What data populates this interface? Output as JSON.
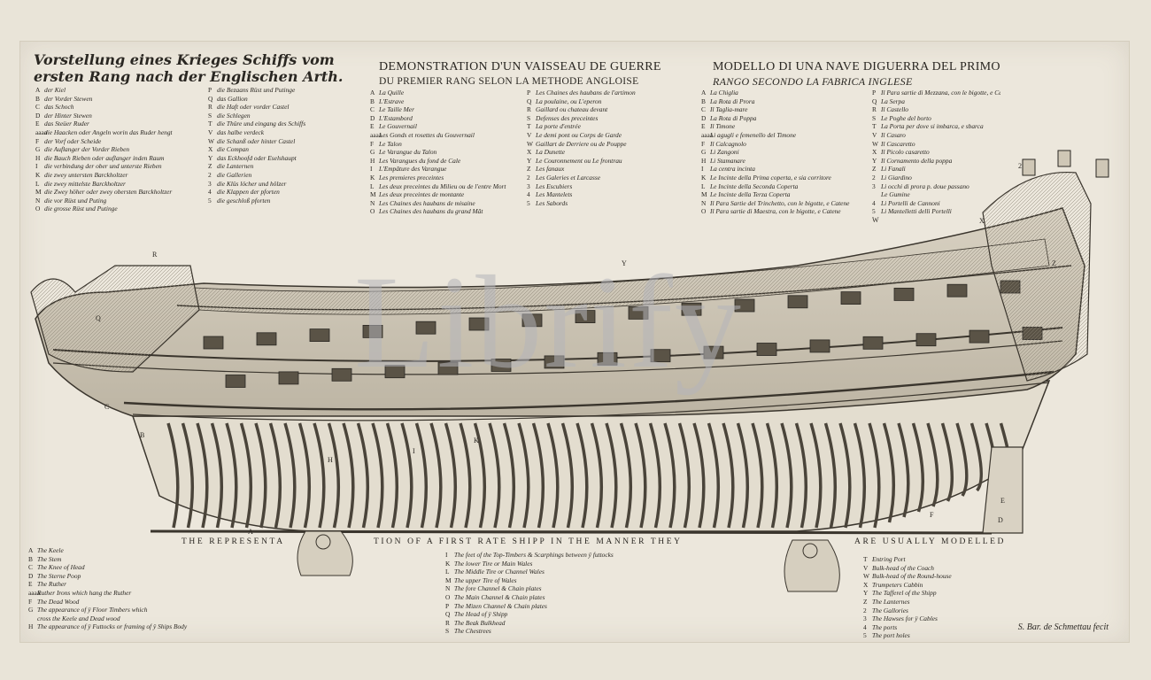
{
  "titles": {
    "german": "Vorstellung eines Krieges Schiffs vom ersten Rang nach der Englischen Arth.",
    "french_1": "DEMONSTRATION D'UN VAISSEAU DE GUERRE",
    "french_2": "DU PREMIER RANG SELON LA METHODE ANGLOISE",
    "italian_1": "MODELLO DI UNA NAVE DIGUERRA DEL PRIMO",
    "italian_2": "RANGO SECONDO LA FABRICA INGLESE"
  },
  "legend_german_a": [
    {
      "k": "A",
      "t": "der Kiel"
    },
    {
      "k": "B",
      "t": "der Vorder Stewen"
    },
    {
      "k": "C",
      "t": "das Schoch"
    },
    {
      "k": "D",
      "t": "der Hinter Stewen"
    },
    {
      "k": "E",
      "t": "das Steüer Ruder"
    },
    {
      "k": "aaaa",
      "t": "die Haacken oder Angeln worin das Ruder hengt"
    },
    {
      "k": "F",
      "t": "der Vorf oder Scheide"
    },
    {
      "k": "G",
      "t": "die Auflanger der Vorder Rieben"
    },
    {
      "k": "H",
      "t": "die Bauch Rieben oder auflanger inden Raum"
    },
    {
      "k": "I",
      "t": "die verbindung der ober und unterste Rieben"
    },
    {
      "k": "K",
      "t": "die zwey untersten Barckholtzer"
    },
    {
      "k": "L",
      "t": "die zwey mittelste Barckholtzer"
    },
    {
      "k": "M",
      "t": "die Zwey höher oder zwey obersten Barckholtzer"
    },
    {
      "k": "N",
      "t": "die vor Rüst und Puting"
    },
    {
      "k": "O",
      "t": "die grosse Rüst und Putinge"
    }
  ],
  "legend_german_b": [
    {
      "k": "P",
      "t": "die Bezaans Rüst und Putinge"
    },
    {
      "k": "Q",
      "t": "das Gallion"
    },
    {
      "k": "R",
      "t": "die Haft oder vorder Castel"
    },
    {
      "k": "S",
      "t": "die Schlegen"
    },
    {
      "k": "T",
      "t": "die Thüre und eingang des Schiffs"
    },
    {
      "k": "V",
      "t": "das halbe verdeck"
    },
    {
      "k": "W",
      "t": "die Schanß oder hinter Castel"
    },
    {
      "k": "X",
      "t": "die Compan"
    },
    {
      "k": "Y",
      "t": "das Eckhoofd oder Eselshaupt"
    },
    {
      "k": "Z",
      "t": "die Lanternen"
    },
    {
      "k": "2",
      "t": "die Gallerien"
    },
    {
      "k": "3",
      "t": "die Klüs löcher und hölzer"
    },
    {
      "k": "4",
      "t": "die Klappen der pforten"
    },
    {
      "k": "5",
      "t": "die geschloß pforten"
    }
  ],
  "legend_french_a": [
    {
      "k": "A",
      "t": "La Quille"
    },
    {
      "k": "B",
      "t": "L'Estrave"
    },
    {
      "k": "C",
      "t": "Le Taille Mer"
    },
    {
      "k": "D",
      "t": "L'Estambord"
    },
    {
      "k": "E",
      "t": "Le Gouvernail"
    },
    {
      "k": "aaaa",
      "t": "Les Gonds et rosettes du Gouvernail"
    },
    {
      "k": "F",
      "t": "Le Talon"
    },
    {
      "k": "G",
      "t": "Le Varangue du Talon"
    },
    {
      "k": "H",
      "t": "Les Varangues du fond de Cale"
    },
    {
      "k": "I",
      "t": "L'Empâture des Varangue"
    },
    {
      "k": "K",
      "t": "Les premieres preceintes"
    },
    {
      "k": "L",
      "t": "Les deux preceintes du Milieu ou de l'entre Mort"
    },
    {
      "k": "M",
      "t": "Les deux preceintes de montante"
    },
    {
      "k": "N",
      "t": "Les Chaines des haubans de misaine"
    },
    {
      "k": "O",
      "t": "Les Chaines des haubans du grand Mât"
    }
  ],
  "legend_french_b": [
    {
      "k": "P",
      "t": "Les Chaines des haubans de l'artimon"
    },
    {
      "k": "Q",
      "t": "La poulaine, ou L'eperon"
    },
    {
      "k": "R",
      "t": "Gaillard ou chateau devant"
    },
    {
      "k": "S",
      "t": "Defenses des preceintes"
    },
    {
      "k": "T",
      "t": "La porte d'entrée"
    },
    {
      "k": "V",
      "t": "Le demi pont ou Corps de Garde"
    },
    {
      "k": "W",
      "t": "Gaillart de Derriere ou de Pouppe"
    },
    {
      "k": "X",
      "t": "La Dunette"
    },
    {
      "k": "Y",
      "t": "Le Couronnement ou Le frontrau"
    },
    {
      "k": "Z",
      "t": "Les fanaux"
    },
    {
      "k": "2",
      "t": "Les Galeries et Larcasse"
    },
    {
      "k": "3",
      "t": "Les Escubiers"
    },
    {
      "k": "4",
      "t": "Les Mantelets"
    },
    {
      "k": "5",
      "t": "Les Sabords"
    }
  ],
  "legend_italian_a": [
    {
      "k": "A",
      "t": "La Chiglia"
    },
    {
      "k": "B",
      "t": "La Rota di Prora"
    },
    {
      "k": "C",
      "t": "Il Taglia-mare"
    },
    {
      "k": "D",
      "t": "La Rota di Poppa"
    },
    {
      "k": "E",
      "t": "Il Timone"
    },
    {
      "k": "aaaa",
      "t": "Li agugli e femenello del Timone"
    },
    {
      "k": "F",
      "t": "Il Calcagnolo"
    },
    {
      "k": "G",
      "t": "Li Zangoni"
    },
    {
      "k": "H",
      "t": "Li Stamanare"
    },
    {
      "k": "I",
      "t": "La centra incinta"
    },
    {
      "k": "K",
      "t": "Le Incinte della Prima coperta, e sia corritore"
    },
    {
      "k": "L",
      "t": "Le Incinte della Seconda Coperta"
    },
    {
      "k": "M",
      "t": "Le Incinte della Terza Coperta"
    },
    {
      "k": "N",
      "t": "Il Para Sartie del Trinchetto, con le bigotte, e Catene"
    },
    {
      "k": "O",
      "t": "Il Para sartie di Maestra, con le bigotte, e Catene"
    }
  ],
  "legend_italian_b": [
    {
      "k": "P",
      "t": "Il Para sartie di Mezzana, con le bigotte, e Catene"
    },
    {
      "k": "Q",
      "t": "La Serpa"
    },
    {
      "k": "R",
      "t": "Il Castello"
    },
    {
      "k": "S",
      "t": "Le Poghe del borto"
    },
    {
      "k": "T",
      "t": "La Porta per dove si imbarca, e sbarca"
    },
    {
      "k": "V",
      "t": "Il Casaro"
    },
    {
      "k": "W",
      "t": "Il Cascaretto"
    },
    {
      "k": "X",
      "t": "Il Picolo casaretto"
    },
    {
      "k": "Y",
      "t": "Il Cornamento della poppa"
    },
    {
      "k": "Z",
      "t": "Li Fanali"
    },
    {
      "k": "2",
      "t": "Li Giardino"
    },
    {
      "k": "3",
      "t": "Li occhi di prora p. doue passano"
    },
    {
      "k": "",
      "t": "Le Gumine"
    },
    {
      "k": "4",
      "t": "Li Portelli de Cannoni"
    },
    {
      "k": "5",
      "t": "Li Mantelletti delli Portelli"
    }
  ],
  "subtitle": {
    "part1": "THE REPRESENTA",
    "part2": "TION OF A FIRST RATE SHIPP IN THE MANNER THEY",
    "part3": "ARE USUALLY MODELLED"
  },
  "legend_english_a": [
    {
      "k": "A",
      "t": "The Keele"
    },
    {
      "k": "B",
      "t": "The Stem"
    },
    {
      "k": "C",
      "t": "The Knee of Head"
    },
    {
      "k": "D",
      "t": "The Sterne Poop"
    },
    {
      "k": "E",
      "t": "The Ruther"
    },
    {
      "k": "aaaa",
      "t": "Ruther Irons which hang the Ruther"
    },
    {
      "k": "F",
      "t": "The Dead Wood"
    },
    {
      "k": "G",
      "t": "The appearance of ÿ Floor Timbers which"
    },
    {
      "k": "",
      "t": "cross the Keele and Dead wood"
    },
    {
      "k": "H",
      "t": "The appearance of ÿ Futtocks or framing of ÿ Ships Body"
    }
  ],
  "legend_english_b": [
    {
      "k": "I",
      "t": "The feet of the Top-Timbers & Scarphings between ÿ futtocks"
    },
    {
      "k": "K",
      "t": "The lower Tire or Main Wales"
    },
    {
      "k": "L",
      "t": "The Middle Tire or Channel Wales"
    },
    {
      "k": "M",
      "t": "The upper Tire of Wales"
    },
    {
      "k": "N",
      "t": "The fore Channel & Chain plates"
    },
    {
      "k": "O",
      "t": "The Main Channel & Chain plates"
    },
    {
      "k": "P",
      "t": "The Mizen Channel & Chain plates"
    },
    {
      "k": "Q",
      "t": "The Head of ÿ Shipp"
    },
    {
      "k": "R",
      "t": "The Beak Bulkhead"
    },
    {
      "k": "S",
      "t": "The Chestrees"
    }
  ],
  "legend_english_c": [
    {
      "k": "T",
      "t": "Entring Port"
    },
    {
      "k": "V",
      "t": "Bulk-head of the Coach"
    },
    {
      "k": "W",
      "t": "Bulk-head of the Round-house"
    },
    {
      "k": "X",
      "t": "Trumpeters Cabbin"
    },
    {
      "k": "Y",
      "t": "The Tafferel of the Shipp"
    },
    {
      "k": "Z",
      "t": "The Lanternes"
    },
    {
      "k": "2",
      "t": "The Gallories"
    },
    {
      "k": "3",
      "t": "The Hawses for ÿ Cables"
    },
    {
      "k": "4",
      "t": "The ports"
    },
    {
      "k": "5",
      "t": "The port holes"
    }
  ],
  "signature": "S. Bar. de Schmettau fecit",
  "watermark": "Librify",
  "ship_letters": [
    "R",
    "Q",
    "C",
    "B",
    "W",
    "Y",
    "X",
    "Z",
    "2",
    "K",
    "I",
    "H",
    "F",
    "E",
    "D",
    "A"
  ]
}
